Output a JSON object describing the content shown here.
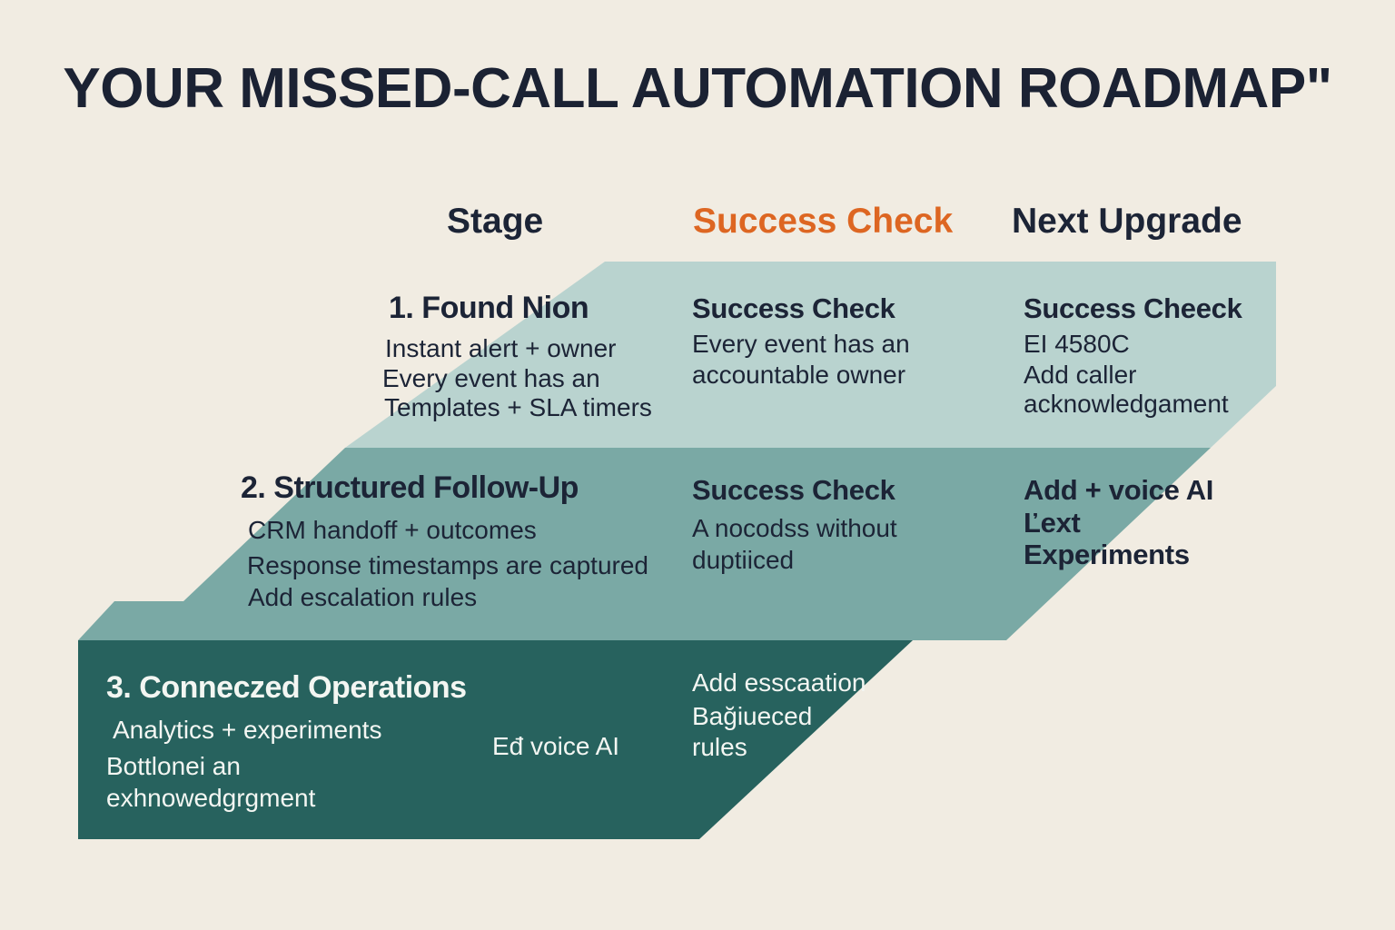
{
  "title": "YOUR MISSED-CALL AUTOMATION ROADMAP\"",
  "columns": {
    "stage": "Stage",
    "success_check": "Success Check",
    "next_upgrade": "Next Upgrade"
  },
  "colors": {
    "background": "#f1ece2",
    "title": "#1b2233",
    "accent_orange": "#dd6622",
    "band_1": "#b9d3cf",
    "band_2": "#7aa9a5",
    "band_3": "#27625e"
  },
  "stages": [
    {
      "name": "1. Found Nion",
      "lines": [
        "Instant alert + owner",
        "Every event has an",
        "Templates + SLA timers"
      ],
      "check_heading": "Success Check",
      "check_lines": [
        "Every event has an",
        "accountable owner"
      ],
      "upgrade_heading": "Success Cheeck",
      "upgrade_lines": [
        "EI 4580C",
        "Add caller",
        "acknowledgament"
      ]
    },
    {
      "name": "2. Structured Follow-Up",
      "lines": [
        "CRM handoff  + outcomes",
        "Response timestamps are captured",
        "Add escalation rules"
      ],
      "check_heading": "Success Check",
      "check_lines": [
        "A nocodss without",
        "duptiiced"
      ],
      "upgrade_lines": [
        "Add + voice AI",
        "Ľext",
        "Experiments"
      ]
    },
    {
      "name": "3. Conneczed Operations",
      "lines": [
        "Analytics + experiments",
        "Bottlonei an",
        "exhnowedgrgment"
      ],
      "middle_text": "Eđ voice AI",
      "check_lines": [
        "Add esscaation",
        "Bağiueced",
        "rules"
      ]
    }
  ]
}
